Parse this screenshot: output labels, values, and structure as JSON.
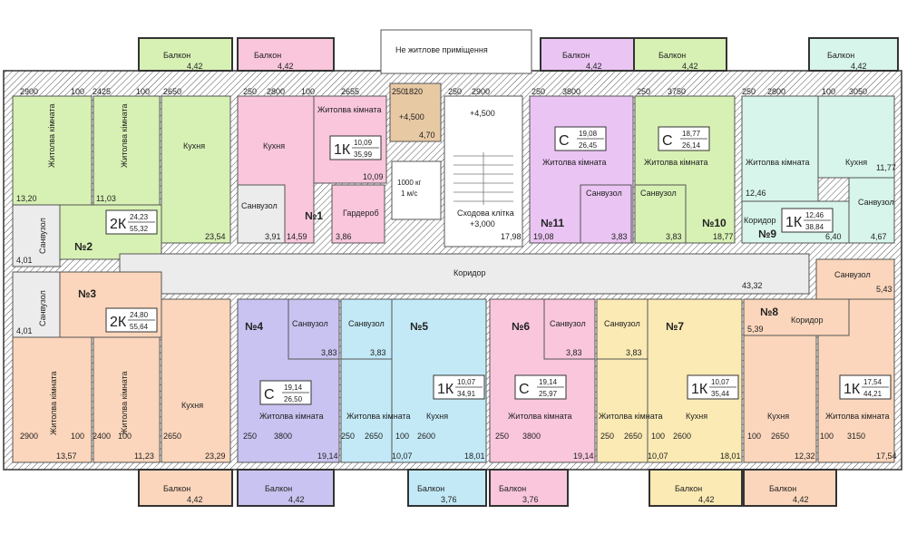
{
  "colors": {
    "pink": "#f9c6dc",
    "green": "#d7f1b4",
    "mint": "#d7f5ea",
    "orange": "#fbd6bc",
    "tan": "#e7c9a4",
    "purple": "#eac4f3",
    "lavender": "#c9c3f1",
    "blue": "#c3e9f7",
    "yellow": "#fbeab4",
    "grey": "#ececec"
  },
  "labels": {
    "non_residential": "Не житлове приміщення",
    "corridor": "Коридор",
    "stairs": "Сходова клітка",
    "elevator": "1000 кг\n1 м/с",
    "level_4500": "+4,500",
    "level_3000": "+3,000",
    "room_residential": "Житолва кімната",
    "room_residential_alt": "Житлова кімната",
    "room_kitchen": "Кухня",
    "room_bath": "Санвузол",
    "room_wardrobe": "Гардероб",
    "room_hall": "Коридор",
    "balcony": "Балкон"
  },
  "apartments": [
    {
      "no": "№1",
      "type": "1К",
      "area1": "10,09",
      "area2": "35,99"
    },
    {
      "no": "№2",
      "type": "2К",
      "area1": "24,23",
      "area2": "55,32"
    },
    {
      "no": "№3",
      "type": "2К",
      "area1": "24,80",
      "area2": "55,64"
    },
    {
      "no": "№4",
      "type": "С",
      "area1": "19,14",
      "area2": "26,50"
    },
    {
      "no": "№5",
      "type": "1К",
      "area1": "10,07",
      "area2": "34,91"
    },
    {
      "no": "№6",
      "type": "С",
      "area1": "19,14",
      "area2": "25,97"
    },
    {
      "no": "№7",
      "type": "1К",
      "area1": "10,07",
      "area2": "35,44"
    },
    {
      "no": "№8",
      "type": "1К",
      "area1": "17,54",
      "area2": "44,21"
    },
    {
      "no": "№9",
      "type": "1К",
      "area1": "12,46",
      "area2": "38,84"
    },
    {
      "no": "№10",
      "type": "С",
      "area1": "18,77",
      "area2": "26,14"
    },
    {
      "no": "№11",
      "type": "С",
      "area1": "19,08",
      "area2": "26,45"
    }
  ],
  "room_areas": {
    "a2_res1": "13,20",
    "a2_res2": "11,03",
    "a2_kitchen": "23,54",
    "a2_bath": "4,01",
    "a3_bath": "4,01",
    "a3_res1": "13,57",
    "a3_res2": "11,23",
    "a3_kitchen": "23,29",
    "a1_kitchen": "14,59",
    "a1_res": "10,09",
    "a1_bath": "3,91",
    "a1_wardrobe": "3,86",
    "nonres": "4,70",
    "stairs": "17,98",
    "corridor": "43,32",
    "a11_res": "19,08",
    "a11_bath": "3,83",
    "a10_bath": "3,83",
    "a10_res": "18,77",
    "a9_res": "12,46",
    "a9_kitchen": "11,77",
    "a9_hall": "6,40",
    "a9_bath": "4,67",
    "a8_bath": "5,43",
    "a8_hall": "5,39",
    "a8_kitchen": "12,32",
    "a8_res": "17,54",
    "a4_bath": "3,83",
    "a4_res": "19,14",
    "a5_bath": "3,83",
    "a5_res": "10,07",
    "a5_kitchen": "18,01",
    "a6_bath": "3,83",
    "a6_res": "19,14",
    "a7_bath": "3,83",
    "a7_res": "10,07",
    "a7_kitchen": "18,01"
  },
  "balconies": [
    {
      "id": "b-top-1",
      "area": "4,42"
    },
    {
      "id": "b-top-2",
      "area": "4,42"
    },
    {
      "id": "b-top-3",
      "area": "4,42"
    },
    {
      "id": "b-top-4",
      "area": "4,42"
    },
    {
      "id": "b-top-5",
      "area": "4,42"
    },
    {
      "id": "b-bot-1",
      "area": "4,42"
    },
    {
      "id": "b-bot-2",
      "area": "4,42"
    },
    {
      "id": "b-bot-3",
      "area": "3,76"
    },
    {
      "id": "b-bot-4",
      "area": "3,76"
    },
    {
      "id": "b-bot-5",
      "area": "4,42"
    },
    {
      "id": "b-bot-6",
      "area": "4,42"
    }
  ],
  "dimensions_top": [
    "2900",
    "100",
    "2425",
    "100",
    "2650",
    "250",
    "2800",
    "100",
    "2655",
    "1820",
    "250",
    "250",
    "2900",
    "250",
    "3800",
    "250",
    "3750",
    "250",
    "2800",
    "100",
    "3050"
  ],
  "dimensions_bottom": [
    "2900",
    "100",
    "2400",
    "100",
    "2650",
    "250",
    "3800",
    "250",
    "2650",
    "100",
    "2600",
    "250",
    "3800",
    "250",
    "2650",
    "100",
    "2600",
    "100",
    "2650",
    "100",
    "3150"
  ]
}
